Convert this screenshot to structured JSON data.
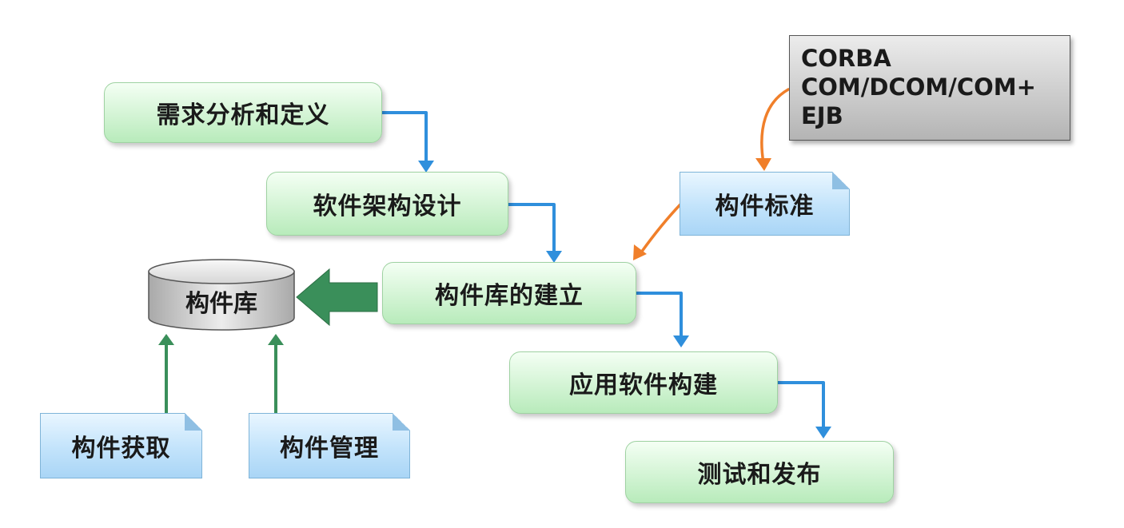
{
  "nodes": {
    "req_analysis": "需求分析和定义",
    "arch_design": "软件架构设计",
    "lib_build": "构件库的建立",
    "app_build": "应用软件构建",
    "test_release": "测试和发布",
    "component_std": "构件标准",
    "component_lib": "构件库",
    "component_acquire": "构件获取",
    "component_manage": "构件管理"
  },
  "standards": [
    "CORBA",
    "COM/DCOM/COM+",
    "EJB"
  ],
  "colors": {
    "step_fill": "#c8f0ca",
    "doc_fill": "#b8dcf8",
    "flow_arrow": "#2f8fdc",
    "std_arrow": "#f07f2a",
    "lib_arrow": "#3a8f5a"
  }
}
